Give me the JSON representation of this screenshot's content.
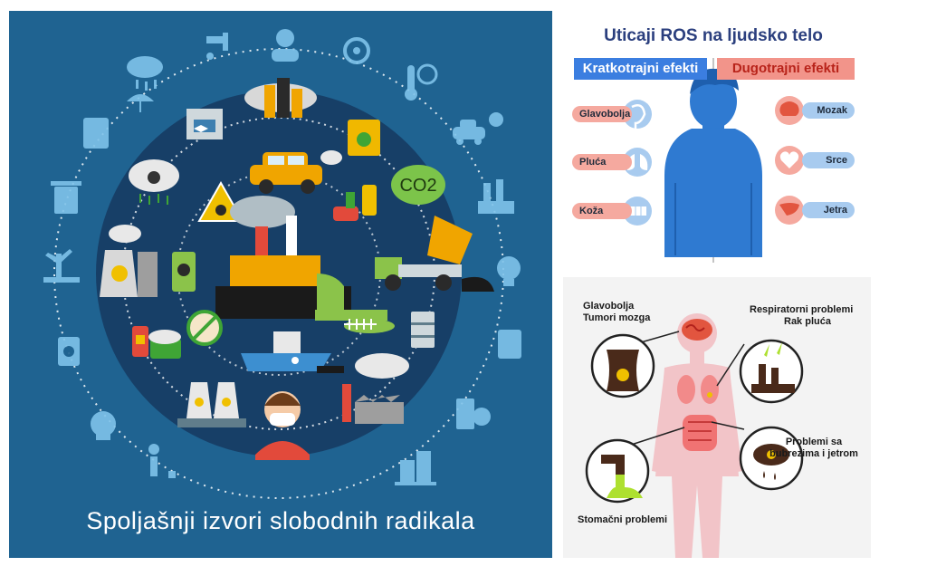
{
  "left": {
    "caption": "Spoljašnji izvori slobodnih radikala",
    "co2_label": "CO2",
    "colors": {
      "background": "#1f6391",
      "circle": "#173f67",
      "ring": "#1d5585"
    },
    "icons": [
      "water-tap-icon",
      "person-mask-icon",
      "biohazard-icon",
      "acid-rain-cloud-icon",
      "city-smog-icon",
      "polluted-factory-icon",
      "fuel-canister-icon",
      "car-exhaust-icon",
      "taxi-car-icon",
      "toxic-cloud-icon",
      "co2-cloud-icon",
      "radiation-warning-icon",
      "trash-bin-icon",
      "nuclear-plant-icon",
      "chemical-bottles-icon",
      "dump-truck-icon",
      "dead-tree-icon",
      "radioactive-barrel-icon",
      "factory-icon",
      "toxic-waste-icon",
      "lightbulb-icon",
      "no-food-icon",
      "fish-skeleton-icon",
      "oil-drum-icon",
      "chemical-containers-icon",
      "ship-icon",
      "nuclear-cooling-towers-icon",
      "masked-person-icon",
      "industrial-plant-icon",
      "skull-icon",
      "litter-person-icon",
      "building-icon"
    ]
  },
  "top_right": {
    "title": "Uticaji ROS na ljudsko telo",
    "short_term": {
      "label": "Kratkotrajni efekti",
      "items": [
        "Glavobolja",
        "Pluća",
        "Koža"
      ]
    },
    "long_term": {
      "label": "Dugotrajni efekti",
      "items": [
        "Mozak",
        "Srce",
        "Jetra"
      ]
    },
    "colors": {
      "short": "#3b7ee0",
      "long": "#f2948a",
      "body": "#2f7ad1"
    }
  },
  "bottom_right": {
    "labels": {
      "head": [
        "Glavobolja",
        "Tumori mozga"
      ],
      "lungs": [
        "Respiratorni problemi",
        "Rak pluća"
      ],
      "stomach": [
        "Stomačni problemi"
      ],
      "kidney": [
        "Problemi sa",
        "bubrezima i jetrom"
      ]
    }
  }
}
